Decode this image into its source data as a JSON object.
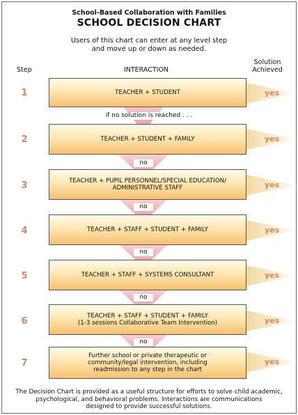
{
  "header": {
    "supertitle": "School-Based Collaboration with Families",
    "title": "SCHOOL DECISION CHART",
    "intro_line1": "Users of this chart can enter at any level step",
    "intro_line2": "and move up or down as needed."
  },
  "columns": {
    "step": "Step",
    "interaction": "INTERACTION",
    "solution_line1": "Solution",
    "solution_line2": "Achieved"
  },
  "steps": [
    {
      "number": "1",
      "line1": "TEACHER + STUDENT",
      "line2": "",
      "line3": "",
      "yes": "yes"
    },
    {
      "number": "2",
      "line1": "TEACHER + STUDENT + FAMILY",
      "line2": "",
      "line3": "",
      "yes": "yes"
    },
    {
      "number": "3",
      "line1": "TEACHER + PUPIL PERSONNEL/SPECIAL EDUCATION/",
      "line2": "ADMINISTRATIVE STAFF",
      "line3": "",
      "yes": "yes"
    },
    {
      "number": "4",
      "line1": "TEACHER + STAFF + STUDENT + FAMILY",
      "line2": "",
      "line3": "",
      "yes": "yes"
    },
    {
      "number": "5",
      "line1": "TEACHER + STAFF + SYSTEMS CONSULTANT",
      "line2": "",
      "line3": "",
      "yes": "yes"
    },
    {
      "number": "6",
      "line1": "TEACHER + STAFF + STUDENT + FAMILY",
      "line2": "(1-3 sessions Collaborative Team Intervention)",
      "line3": "",
      "yes": "yes"
    },
    {
      "number": "7",
      "line1": "Further school or private therapeutic or",
      "line2": "community/legal intervention, including",
      "line3": "readmission to any step in the chart",
      "yes": "yes"
    }
  ],
  "connectors": [
    "if no solution is reached . . .",
    "no",
    "no",
    "no",
    "no",
    "no"
  ],
  "footer": {
    "line1": "The Decision Chart is provided as a useful structure for efforts to solve child academic,",
    "line2": "psychological, and behavioral problems. Interactions are communications",
    "line3": "designed to provide successful solutions."
  },
  "colors": {
    "accent": "#d48a60",
    "box_top": "#fffbe9",
    "box_bottom": "#f7c06f",
    "down_arrow": "#e9a0a4",
    "yes_arrow": "#f5e4b8"
  }
}
